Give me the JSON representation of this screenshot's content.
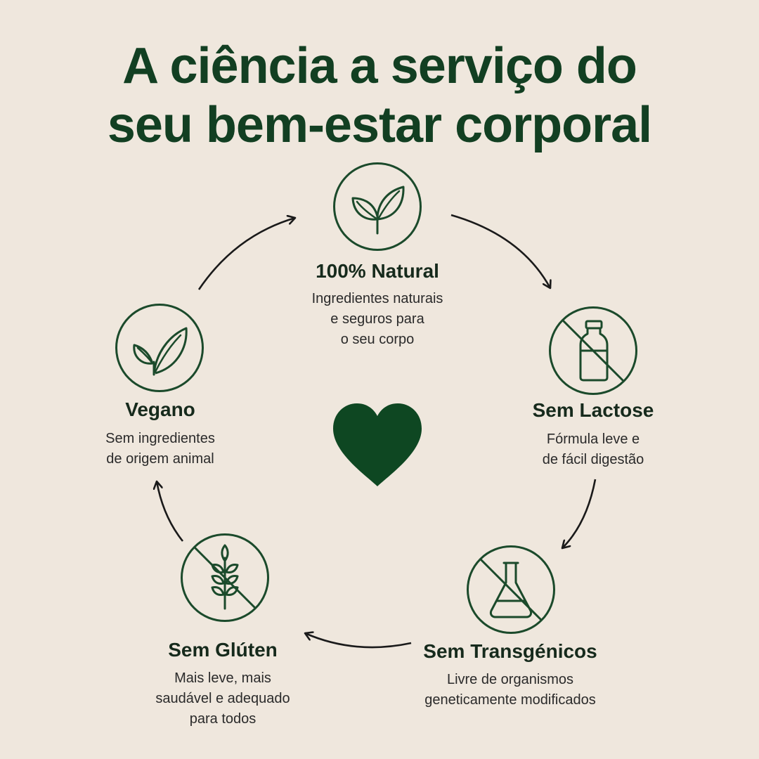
{
  "title": {
    "line1": "A ciência a serviço do",
    "line2": "seu bem-estar corporal"
  },
  "nodes": {
    "natural": {
      "icon": "leaf-sprout-icon",
      "title": "100% Natural",
      "desc": [
        "Ingredientes naturais",
        "e seguros para",
        "o seu corpo"
      ]
    },
    "lactose": {
      "icon": "no-milk-bottle-icon",
      "title": "Sem Lactose",
      "desc": [
        "Fórmula leve e",
        "de fácil digestão"
      ]
    },
    "transgenicos": {
      "icon": "no-flask-icon",
      "title": "Sem Transgénicos",
      "desc": [
        "Livre de organismos",
        "geneticamente modificados"
      ]
    },
    "gluten": {
      "icon": "no-wheat-icon",
      "title": "Sem Glúten",
      "desc": [
        "Mais leve, mais",
        "saudável e adequado",
        "para todos"
      ]
    },
    "vegano": {
      "icon": "leaves-icon",
      "title": "Vegano",
      "desc": [
        "Sem ingredientes",
        "de origem animal"
      ]
    }
  },
  "center": {
    "icon": "heart-icon"
  },
  "colors": {
    "background": "#efe7dd",
    "primary": "#123f22",
    "icon_stroke": "#1b4a2b",
    "heart": "#0e4722",
    "arrow": "#1a1a1a"
  }
}
